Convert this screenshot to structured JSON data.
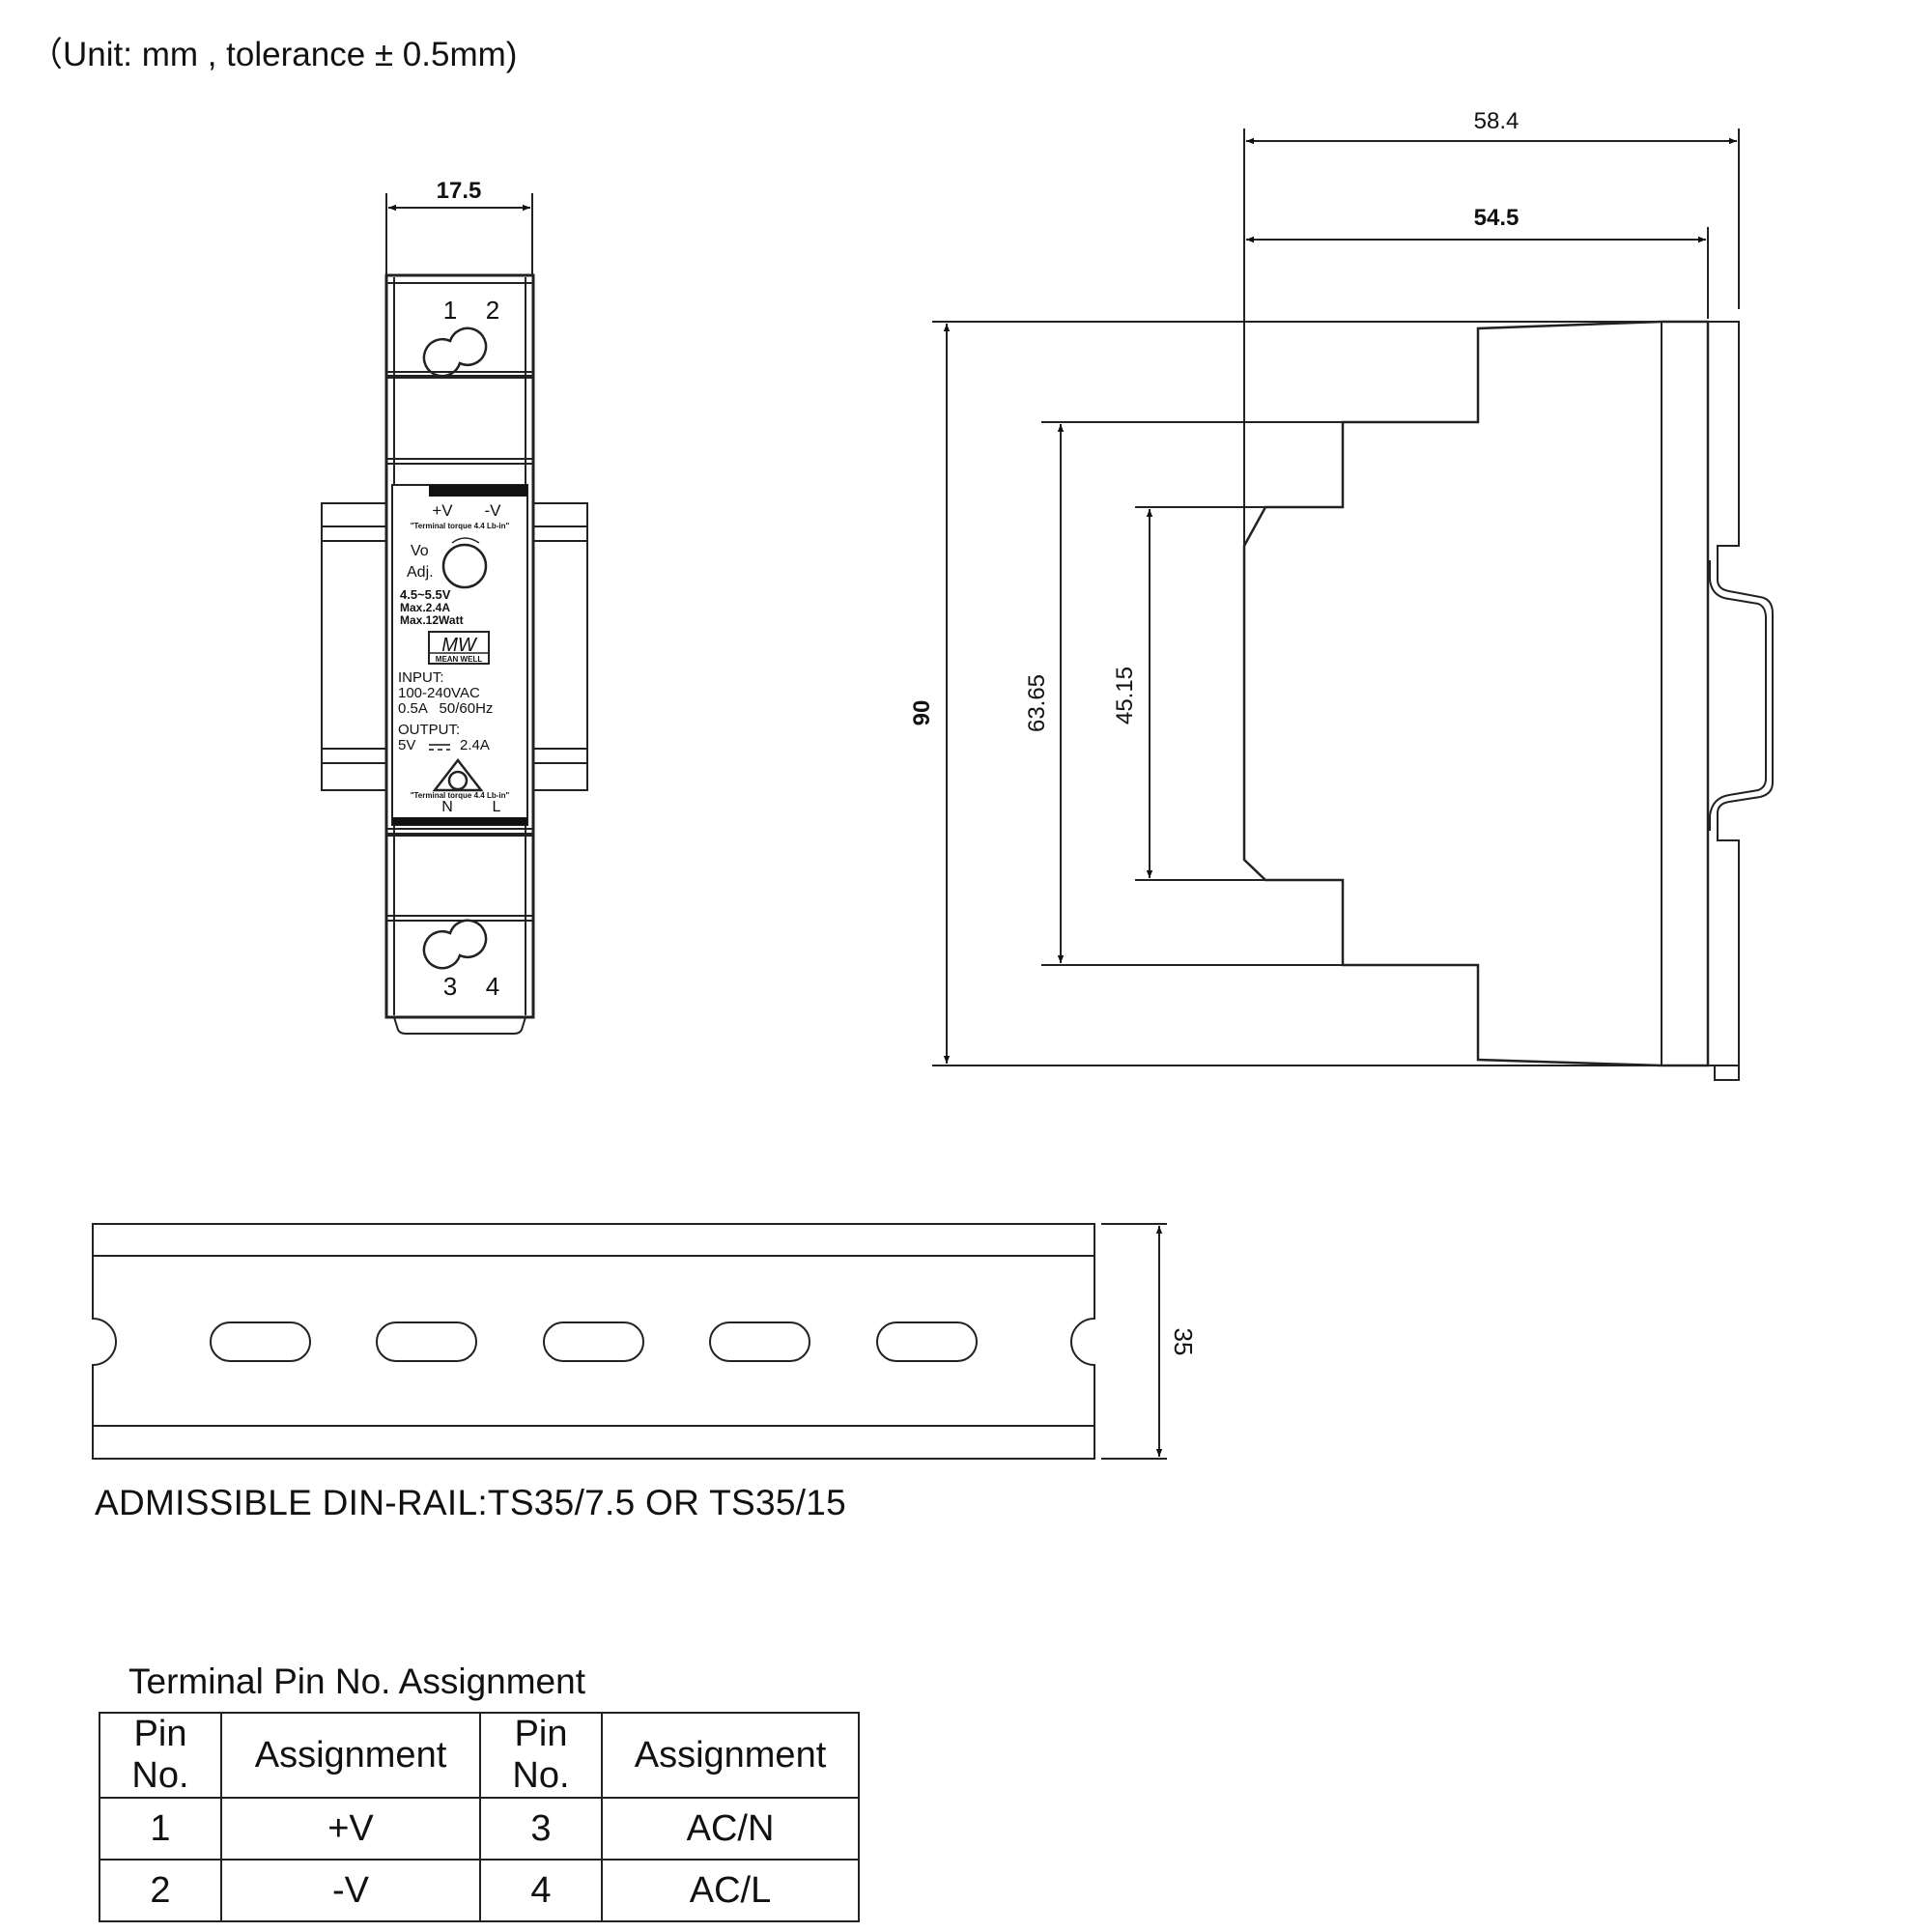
{
  "units_note": "（Unit: mm , tolerance ± 0.5mm)",
  "front_view": {
    "width_dim": "17.5",
    "top_terminals": [
      "1",
      "2"
    ],
    "bottom_terminals": [
      "3",
      "4"
    ],
    "label": {
      "plus_v": "+V",
      "minus_v": "-V",
      "torque_top": "\"Terminal torque 4.4 Lb-in\"",
      "vo": "Vo",
      "adj": "Adj.",
      "voltage_range": "4.5~5.5V",
      "max_current": "Max.2.4A",
      "max_power": "Max.12Watt",
      "logo_text": "MW",
      "logo_caption": "MEAN WELL",
      "input_title": "INPUT:",
      "input_voltage": "100-240VAC",
      "input_current_freq": "0.5A   50/60Hz",
      "output_title": "OUTPUT:",
      "output_voltage": "5V",
      "output_current": "2.4A",
      "torque_bottom": "\"Terminal torque 4.4 Lb-in\"",
      "n": "N",
      "l": "L"
    }
  },
  "side_view": {
    "depth_total": "58.4",
    "depth_body": "54.5",
    "height_total": "90",
    "height_mid": "63.65",
    "height_inner": "45.15"
  },
  "din_rail": {
    "height_dim": "35",
    "note": "ADMISSIBLE DIN-RAIL:TS35/7.5 OR TS35/15"
  },
  "pin_table": {
    "title": "Terminal Pin No.  Assignment",
    "headers": [
      "Pin No.",
      "Assignment",
      "Pin No.",
      "Assignment"
    ],
    "rows": [
      [
        "1",
        "+V",
        "3",
        "AC/N"
      ],
      [
        "2",
        "-V",
        "4",
        "AC/L"
      ]
    ]
  }
}
